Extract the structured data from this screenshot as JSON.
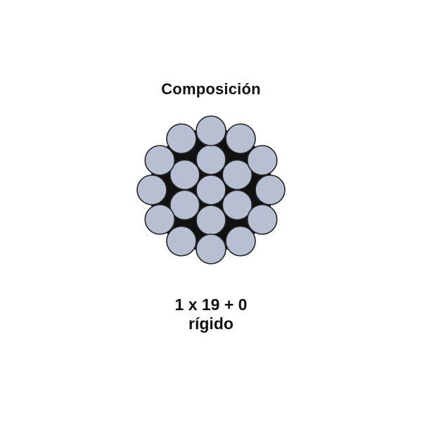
{
  "title": "Composición",
  "specification": {
    "construction": "1 x 19 + 0",
    "type": "rígido"
  },
  "colors": {
    "strand_fill": "#b8bfd3",
    "strand_outline": "#222222",
    "core_fill": "#111111",
    "text": "#111111"
  },
  "strands": {
    "core": 1,
    "inner_ring": 6,
    "outer_ring": 12
  }
}
